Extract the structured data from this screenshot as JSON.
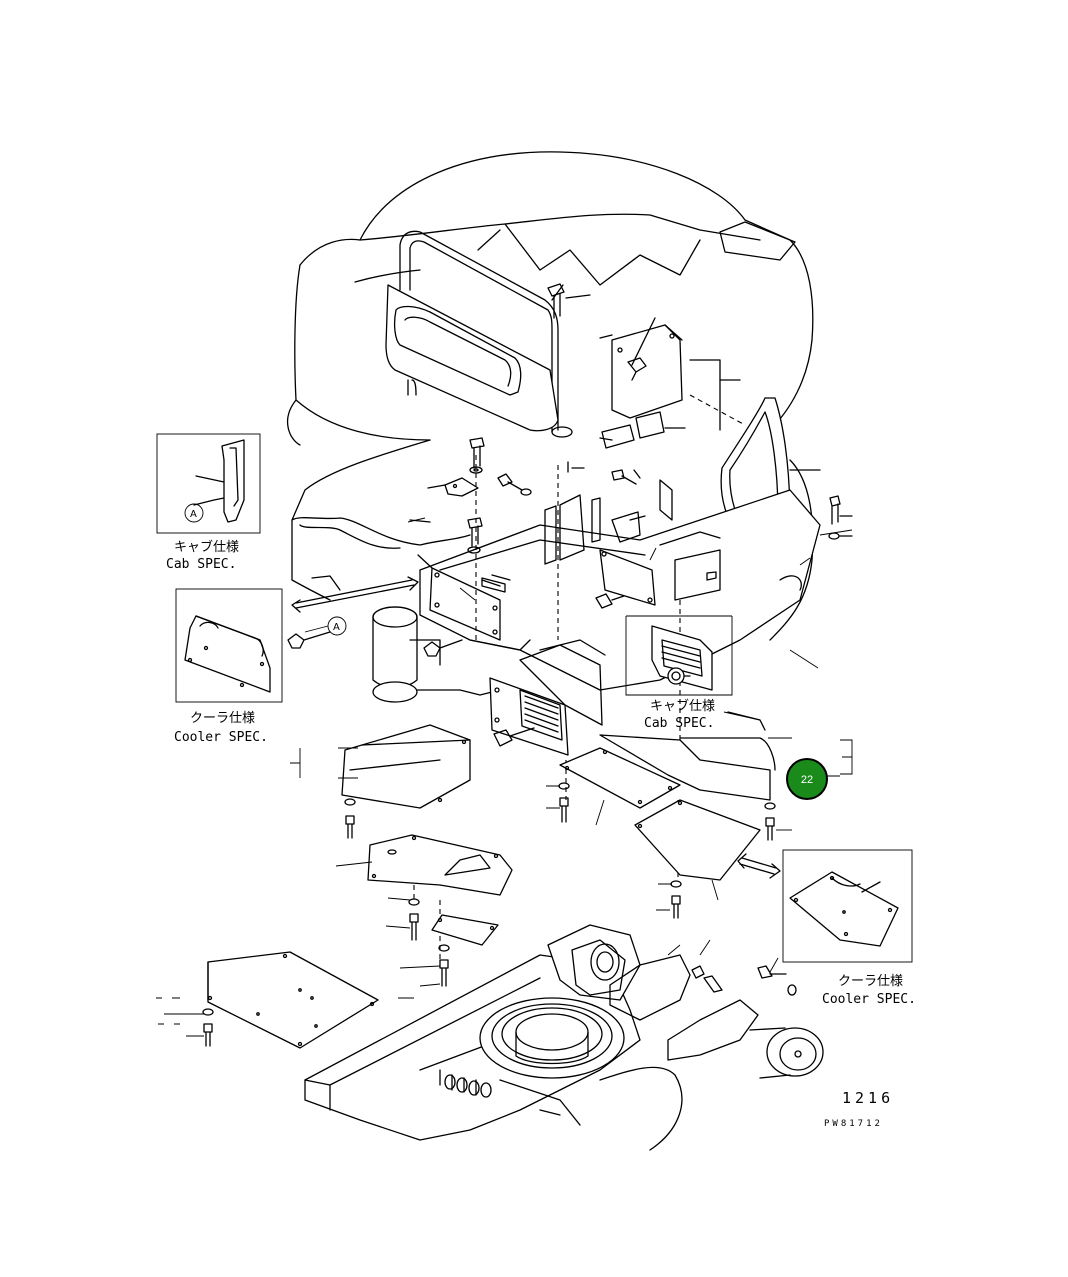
{
  "insets": {
    "cab_spec_upper": {
      "label_jp": "キャブ仕様",
      "label_en": "Cab SPEC.",
      "ref_mark": "A"
    },
    "cooler_spec_left": {
      "label_jp": "クーラ仕様",
      "label_en": "Cooler SPEC."
    },
    "cab_spec_center": {
      "label_jp": "キャブ仕様",
      "label_en": "Cab SPEC."
    },
    "cooler_spec_lower": {
      "label_jp": "クーラ仕様",
      "label_en": "Cooler SPEC."
    }
  },
  "callout_mark": "A",
  "part_marker": {
    "number": "22",
    "color": "#1a8a1a"
  },
  "page_number": "1216",
  "drawing_code": "PW81712"
}
